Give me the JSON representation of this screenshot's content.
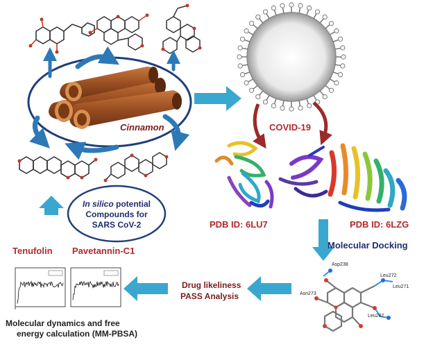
{
  "labels": {
    "cinnamon": "Cinnamon",
    "covid": "COVID-19",
    "pdb_left": "PDB ID: 6LU7",
    "pdb_right": "PDB ID: 6LZG",
    "docking": "Molecular Docking",
    "drug_line1": "Drug likeliness",
    "drug_line2": "PASS Analysis",
    "md_line1": "Molecular dynamics and free",
    "md_line2": "energy calculation (MM-PBSA)",
    "tenufolin": "Tenufolin",
    "pavetannin": "Pavetannin-C1"
  },
  "insilico": {
    "italic": "In silico",
    "rest": " potential",
    "line2": "Compounds  for",
    "line3": "SARS CoV-2"
  },
  "residues": [
    "Asp238",
    "Asn273",
    "Leu272",
    "Leu271",
    "Leu287"
  ],
  "colors": {
    "arrow_teal": "#3aa7d0",
    "arrow_blue": "#2d79b8",
    "curved_red": "#9c2a2a",
    "label_red": "#b3282d",
    "label_navy": "#1f2d6b",
    "ellipse": "#1f3f7a",
    "cinnamon_brown": "#8b4a23"
  },
  "icons": [
    "molecule-structure-icon",
    "virus-icon",
    "protein-ribbon-icon",
    "line-plot-icon"
  ]
}
